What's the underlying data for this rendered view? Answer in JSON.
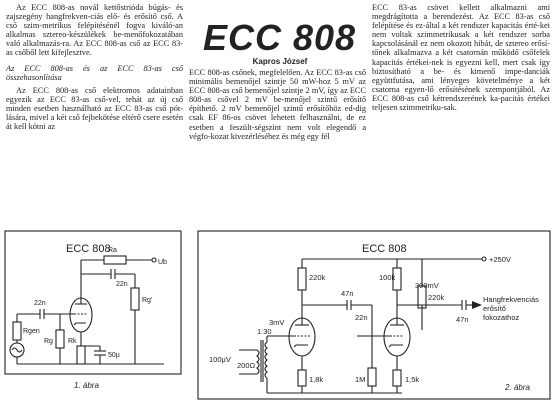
{
  "article": {
    "title": "ECC 808",
    "author": "Kapros József",
    "col1": {
      "p1": "Az ECC 808-as novál kettőstrióda búgás- és zajszegény hangfrekven-ciás elő- és erősítő cső. A cső szim-metrikus felépítésénél fogva kiváló-an alkalmas sztereo-készülékek be-menőfokozatában való alkalmazás-ra. Az ECC 808-as cső az ECC 83-as csőből lett kifejlesztve.",
      "heading": "Az ECC 808-as és az ECC 83-as cső összehasonlítása",
      "p2": "Az ECC 808-as cső elektromos adatainban egyezik az ECC 83-as cső-vel, tehát az új cső minden esetben használható az ECC 83-as cső pót-lására, mivel a két cső fejbekötése eltérő csere esetén át kell kötni az"
    },
    "col2": {
      "p1": "ECC 808-as csőnek, megfelelően. Az ECC 83-as cső minimális bemenőjel szintje 50 mW-hoz 5 mV az ECC 808-as cső bemenőjel szintje 2 mV, így az ECC 808-as csővel 2 mV be-menőjel szintű erősítő építhető. 2 mV bemenőjel szintű erősítőhöz ed-dig csak EF 86-os csövet lehetett felhasználni, de ez esetben a feszült-ségszint nem volt elegendő a végfo-kozat kivezérléséhez és még egy fél"
    },
    "col3": {
      "p1": "ECC 83-as csövet kellett alkalmazni ami megdrágította a berendezést. Az ECC 83-as cső felépítése és ez-által a két rendszer kapacitás érté-kei nem voltak szimmetrikusak a két rendszer sorba kapcsolásánál ez nem okozott hibát, de sztereo erősí-tőnek alkalmazva a két csatornán működő csőfelek kapacitás értékei-nek is egyezni kell, mert csak így biztosítható a be- és kimenő impe-danciák együttfutása, ami lényeges követelménye a két csatorna egyen-lő erősítésének szempontjából. Az ECC 808-as cső kétrendszerének ka-pacitás értékei teljesen szimmetriku-sak."
    }
  },
  "figure1": {
    "tube_label": "ECC 808",
    "caption": "1. ábra",
    "labels": {
      "ra": "Ra",
      "ub": "Ub",
      "cin": "22n",
      "cout": "22n",
      "rgen": "Rgen",
      "rg": "Rg",
      "rk": "Rk",
      "rg2": "Rg'",
      "ck": "50µ"
    }
  },
  "figure2": {
    "tube_label": "ECC 808",
    "caption": "2. ábra",
    "labels": {
      "supply": "+250V",
      "r220a": "220k",
      "r100": "100k",
      "r220b": "220k",
      "c47a": "47n",
      "c47b": "47n",
      "c22": "22n",
      "level": "300mV",
      "out_text1": "Hangfrekvenciás",
      "out_text2": "erősítő",
      "out_text3": "fokozathoz",
      "in_level": "3mV",
      "ratio": "1:30",
      "src": "100µV",
      "src_imp": "200Ω",
      "r1k8": "1,8k",
      "r1m": "1M",
      "r1k5": "1,5k"
    }
  }
}
